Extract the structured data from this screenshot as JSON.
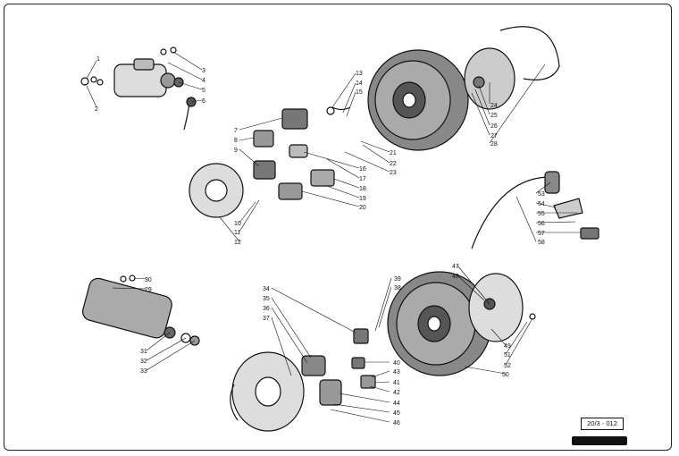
{
  "drawing": {
    "reference_code": "20/3 - 012",
    "logo_text": "",
    "callouts": [
      "1",
      "2",
      "3",
      "4",
      "5",
      "6",
      "7",
      "8",
      "9",
      "10",
      "11",
      "12",
      "13",
      "14",
      "15",
      "16",
      "17",
      "18",
      "19",
      "20",
      "21",
      "22",
      "23",
      "24",
      "25",
      "26",
      "27",
      "28",
      "29",
      "30",
      "31",
      "32",
      "33",
      "34",
      "35",
      "36",
      "37",
      "38",
      "39",
      "40",
      "41",
      "42",
      "43",
      "44",
      "45",
      "46",
      "47",
      "48",
      "49",
      "50",
      "51",
      "52",
      "53",
      "54",
      "55",
      "56",
      "57",
      "58"
    ]
  }
}
